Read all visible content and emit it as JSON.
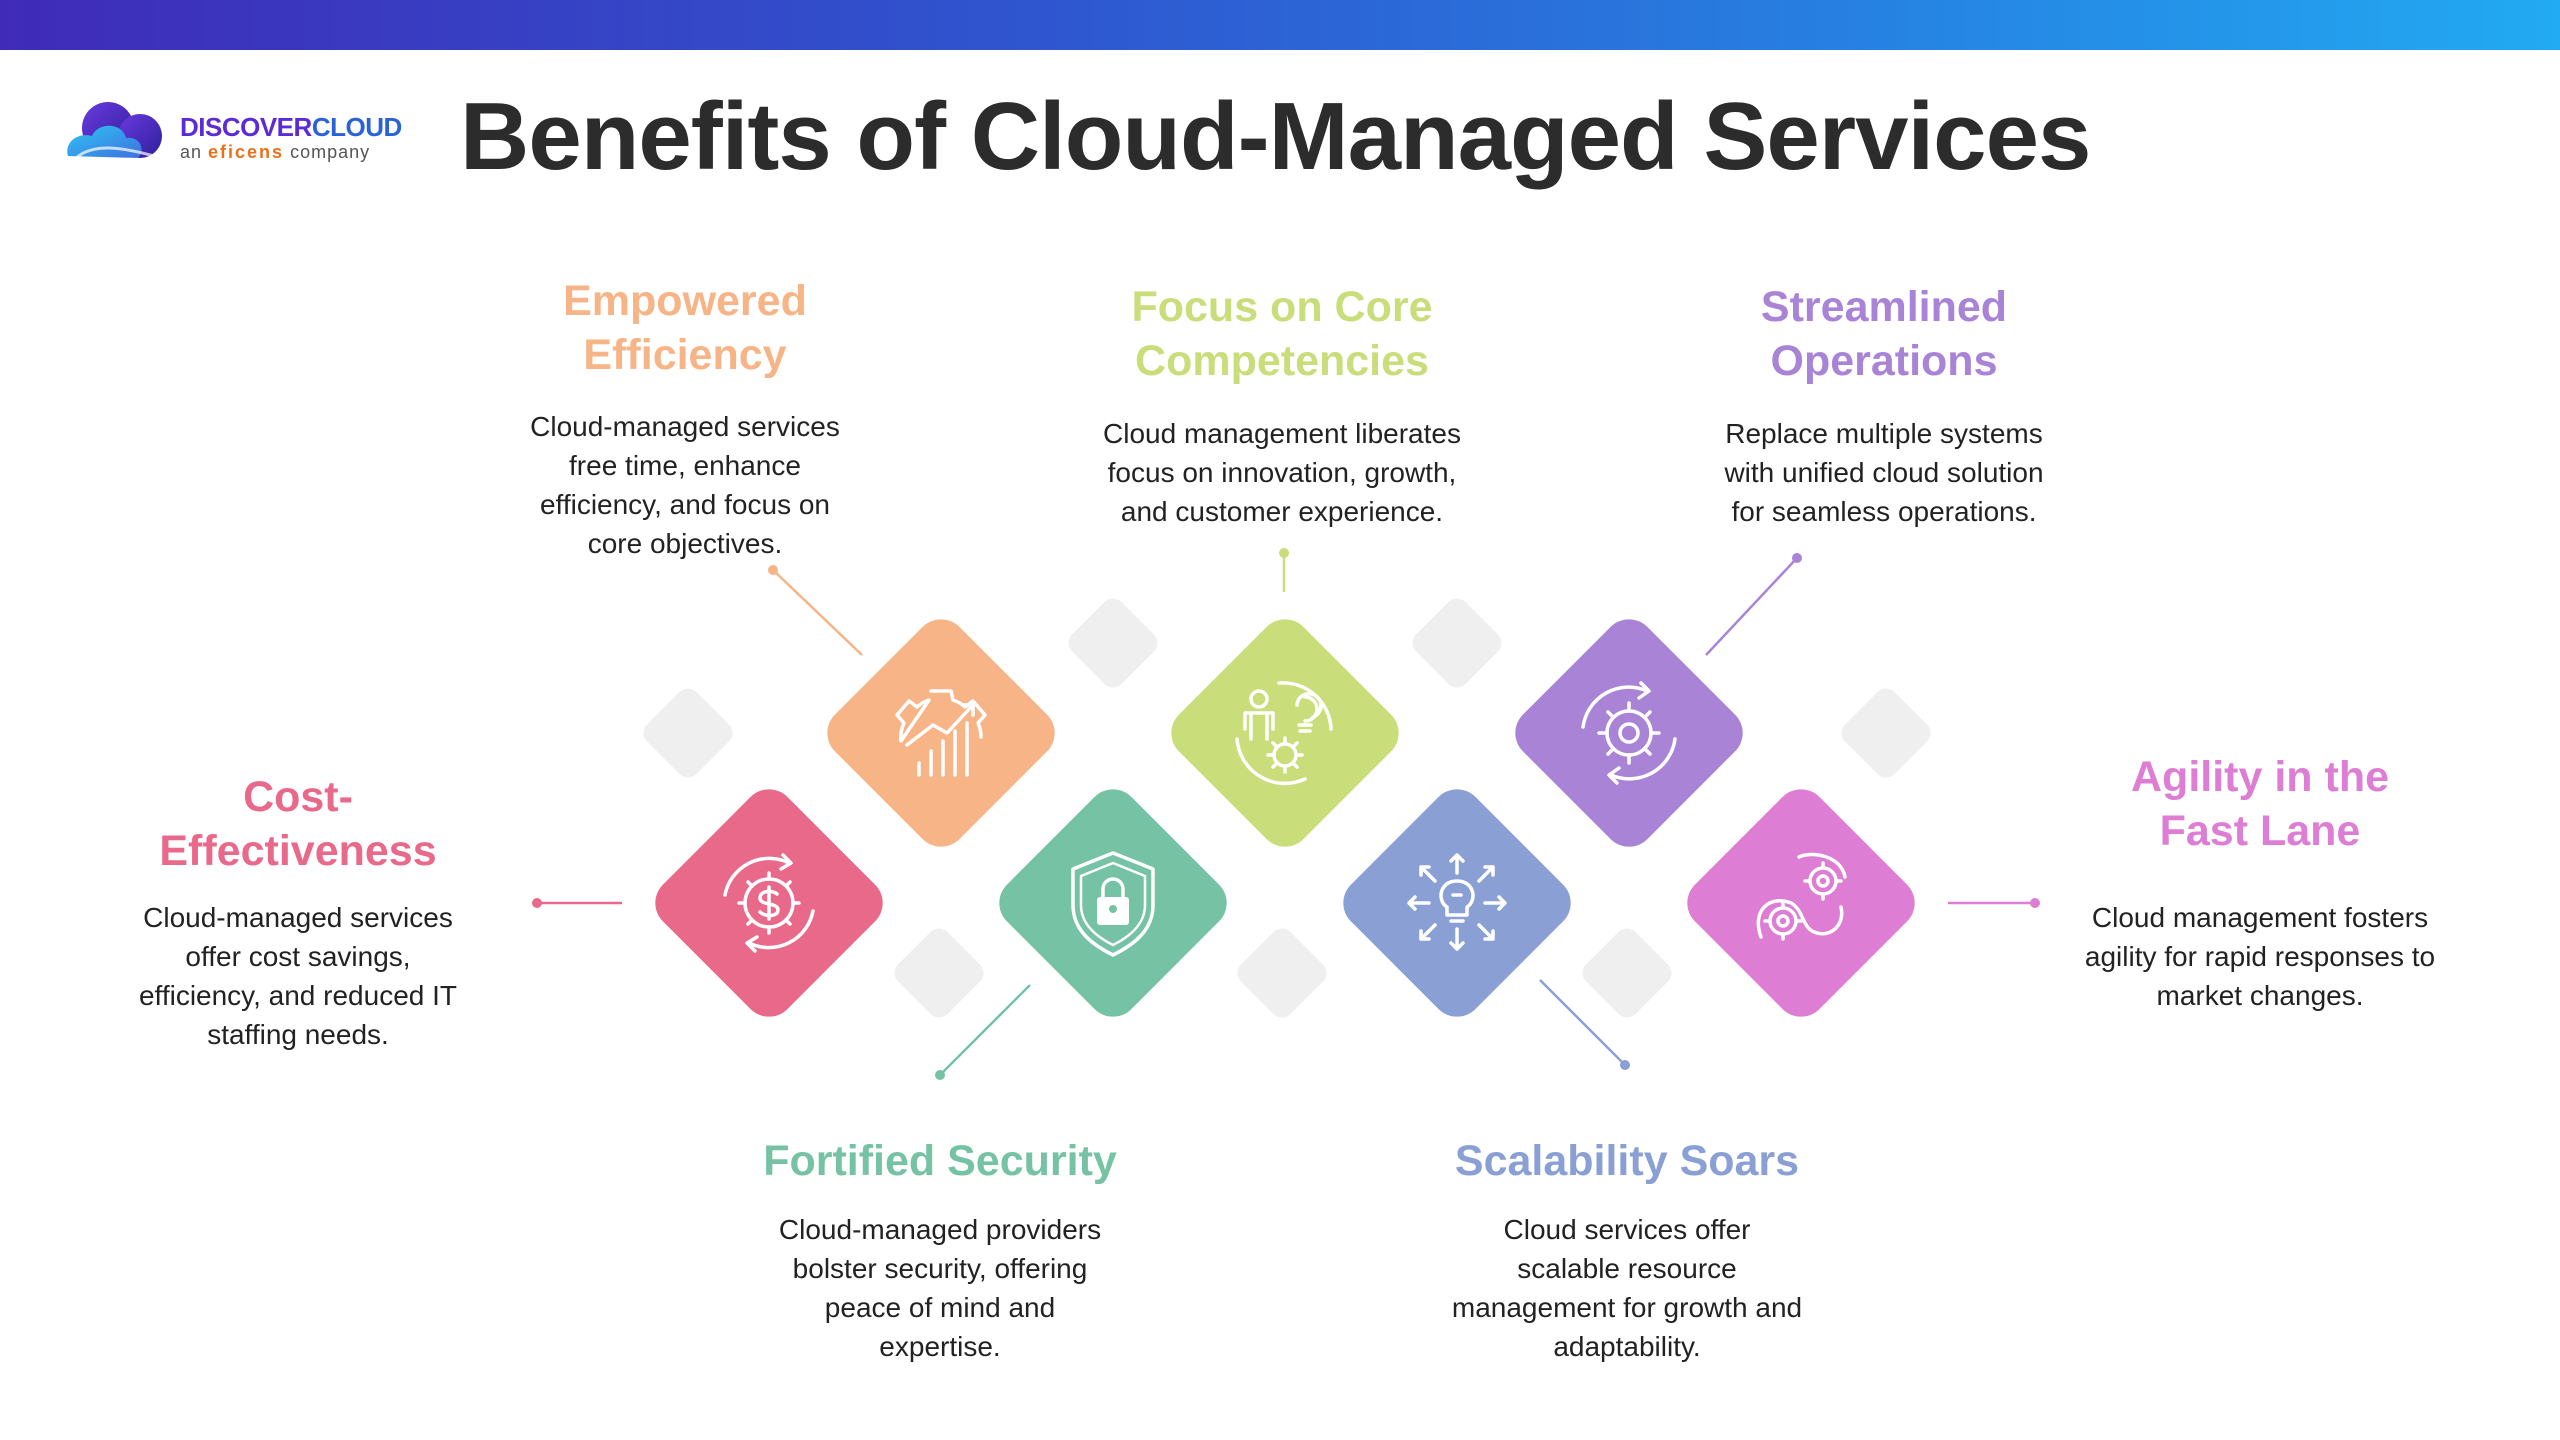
{
  "logo": {
    "name_part1": "DISCOVER",
    "name_part2": "CLOUD",
    "tagline_pre": "an ",
    "tagline_brand": "eficens",
    "tagline_post": " company"
  },
  "title": "Benefits of Cloud-Managed Services",
  "colors": {
    "cost": "#e8698a",
    "efficiency": "#f6b487",
    "security": "#76c2a5",
    "focus": "#c9dd7a",
    "scalability": "#8a9fd3",
    "operations": "#a984d6",
    "agility": "#dd7dd3",
    "filler": "#efefef"
  },
  "benefits": {
    "cost": {
      "title_line1": "Cost-",
      "title_line2": "Effectiveness",
      "desc": [
        "Cloud-managed services",
        "offer cost savings,",
        "efficiency, and reduced IT",
        "staffing needs."
      ],
      "icon": "dollar-gear-icon"
    },
    "efficiency": {
      "title_line1": "Empowered",
      "title_line2": "Efficiency",
      "desc": [
        "Cloud-managed services",
        "free time, enhance",
        "efficiency, and focus on",
        "core objectives."
      ],
      "icon": "gear-growth-chart-icon"
    },
    "security": {
      "title_line1": "Fortified Security",
      "title_line2": "",
      "desc": [
        "Cloud-managed providers",
        "bolster security, offering",
        "peace of mind and",
        "expertise."
      ],
      "icon": "shield-lock-icon"
    },
    "focus": {
      "title_line1": "Focus on Core",
      "title_line2": "Competencies",
      "desc": [
        "Cloud management liberates",
        "focus on innovation, growth,",
        "and customer experience."
      ],
      "icon": "person-idea-gear-icon"
    },
    "scalability": {
      "title_line1": "Scalability Soars",
      "title_line2": "",
      "desc": [
        "Cloud services offer",
        "scalable resource",
        "management for growth and",
        "adaptability."
      ],
      "icon": "bulb-expand-icon"
    },
    "operations": {
      "title_line1": "Streamlined",
      "title_line2": "Operations",
      "desc": [
        "Replace multiple systems",
        "with unified cloud solution",
        "for seamless operations."
      ],
      "icon": "gear-cycle-icon"
    },
    "agility": {
      "title_line1": "Agility in the",
      "title_line2": "Fast Lane",
      "desc": [
        "Cloud management fosters",
        "agility for rapid responses to",
        "market changes."
      ],
      "icon": "gears-path-icon"
    }
  }
}
